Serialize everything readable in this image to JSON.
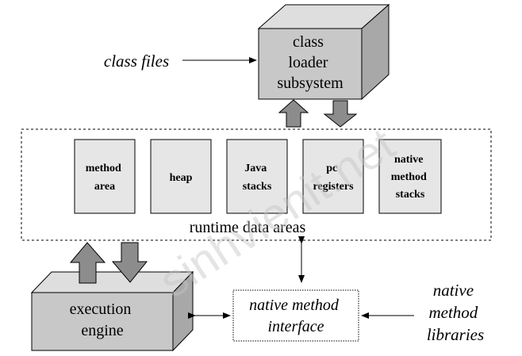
{
  "labels": {
    "class_files": "class files",
    "class_loader": [
      "class",
      "loader",
      "subsystem"
    ],
    "runtime_data_areas": "runtime data areas",
    "areas": [
      [
        "method",
        "area"
      ],
      [
        "heap"
      ],
      [
        "Java",
        "stacks"
      ],
      [
        "pc",
        "registers"
      ],
      [
        "native",
        "method",
        "stacks"
      ]
    ],
    "execution_engine": [
      "execution",
      "engine"
    ],
    "native_method_interface": [
      "native method",
      "interface"
    ],
    "native_method_libraries": [
      "native",
      "method",
      "libraries"
    ],
    "watermark": "sinhvienit.net"
  },
  "colors": {
    "box_front": "#c8c8c8",
    "box_top": "#dedede",
    "box_side": "#a8a8a8",
    "area_fill": "#e6e6e6",
    "arrow_fill": "#8c8c8c",
    "stroke": "#000000",
    "watermark": "#c4c4c4"
  }
}
